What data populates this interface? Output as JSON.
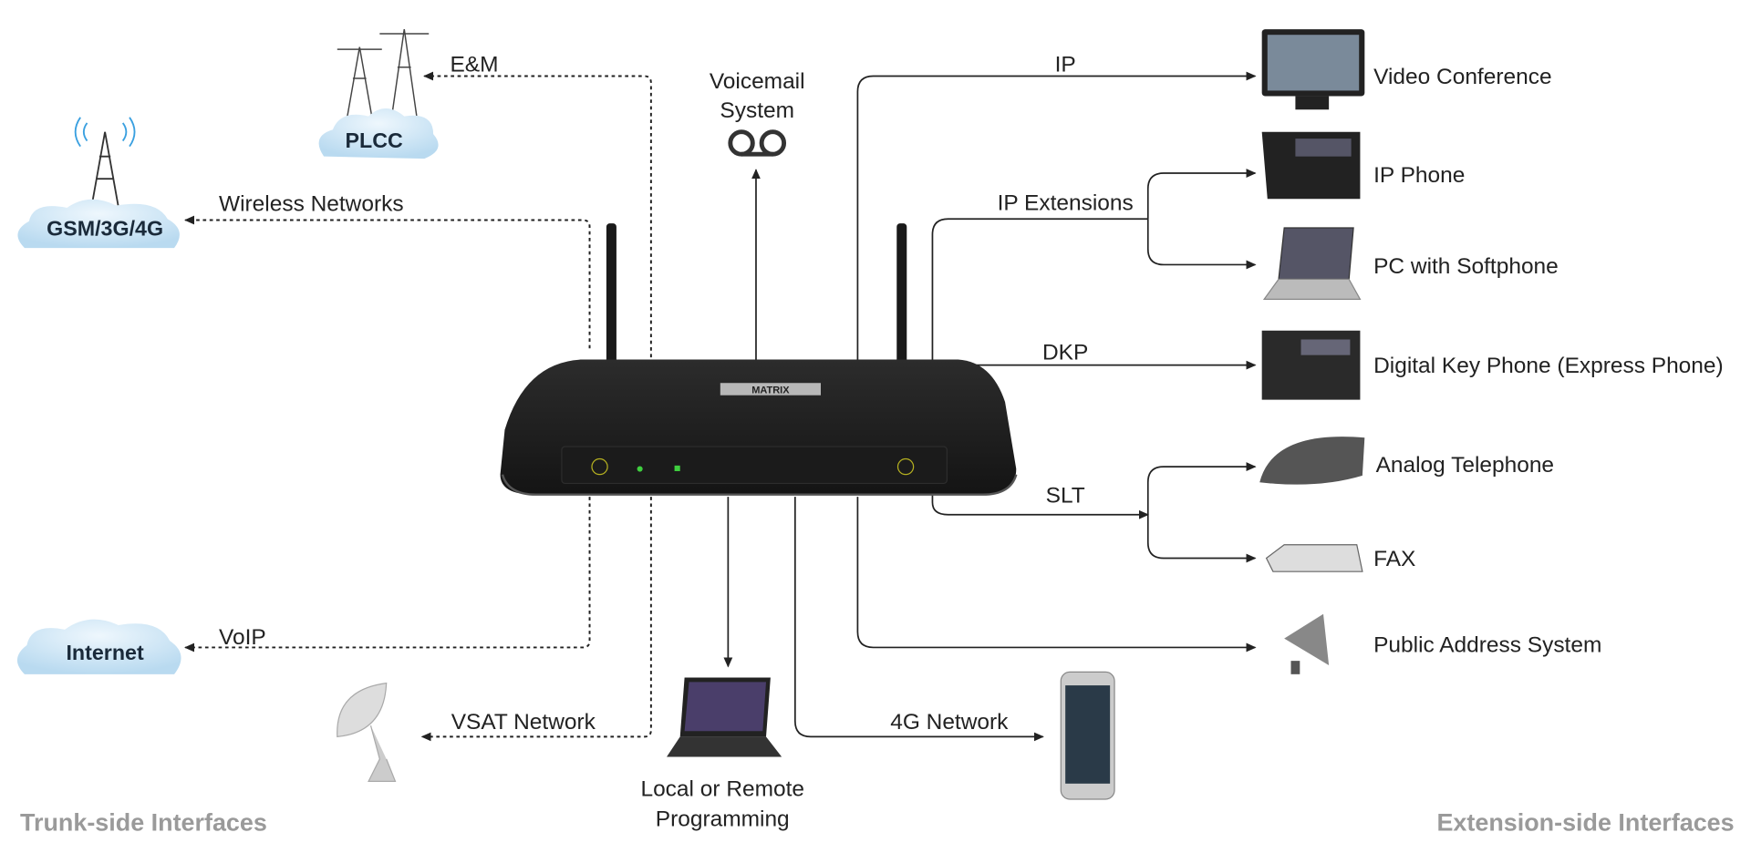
{
  "router": {
    "brand": "MATRIX"
  },
  "trunk_side": {
    "heading": "Trunk-side Interfaces",
    "links": {
      "em": "E&M",
      "wireless": "Wireless Networks",
      "voip": "VoIP",
      "vsat": "VSAT Network"
    },
    "clouds": {
      "plcc": "PLCC",
      "gsm": "GSM/3G/4G",
      "internet": "Internet"
    }
  },
  "center": {
    "voicemail_line1": "Voicemail",
    "voicemail_line2": "System",
    "programming_line1": "Local or Remote",
    "programming_line2": "Programming"
  },
  "extension_side": {
    "heading": "Extension-side Interfaces",
    "links": {
      "ip": "IP",
      "ip_extensions": "IP Extensions",
      "dkp": "DKP",
      "slt": "SLT",
      "network_4g": "4G Network"
    },
    "devices": {
      "video_conference": "Video Conference",
      "ip_phone": "IP Phone",
      "pc_softphone": "PC with Softphone",
      "digital_key_phone": "Digital Key Phone (Express Phone)",
      "analog_telephone": "Analog Telephone",
      "fax": "FAX",
      "public_address": "Public Address System"
    }
  },
  "colors": {
    "cloud": "#cfe6f5",
    "router": "#1e1e1e",
    "footer_text": "#9a9a9a",
    "led": "#3fcf3f"
  }
}
